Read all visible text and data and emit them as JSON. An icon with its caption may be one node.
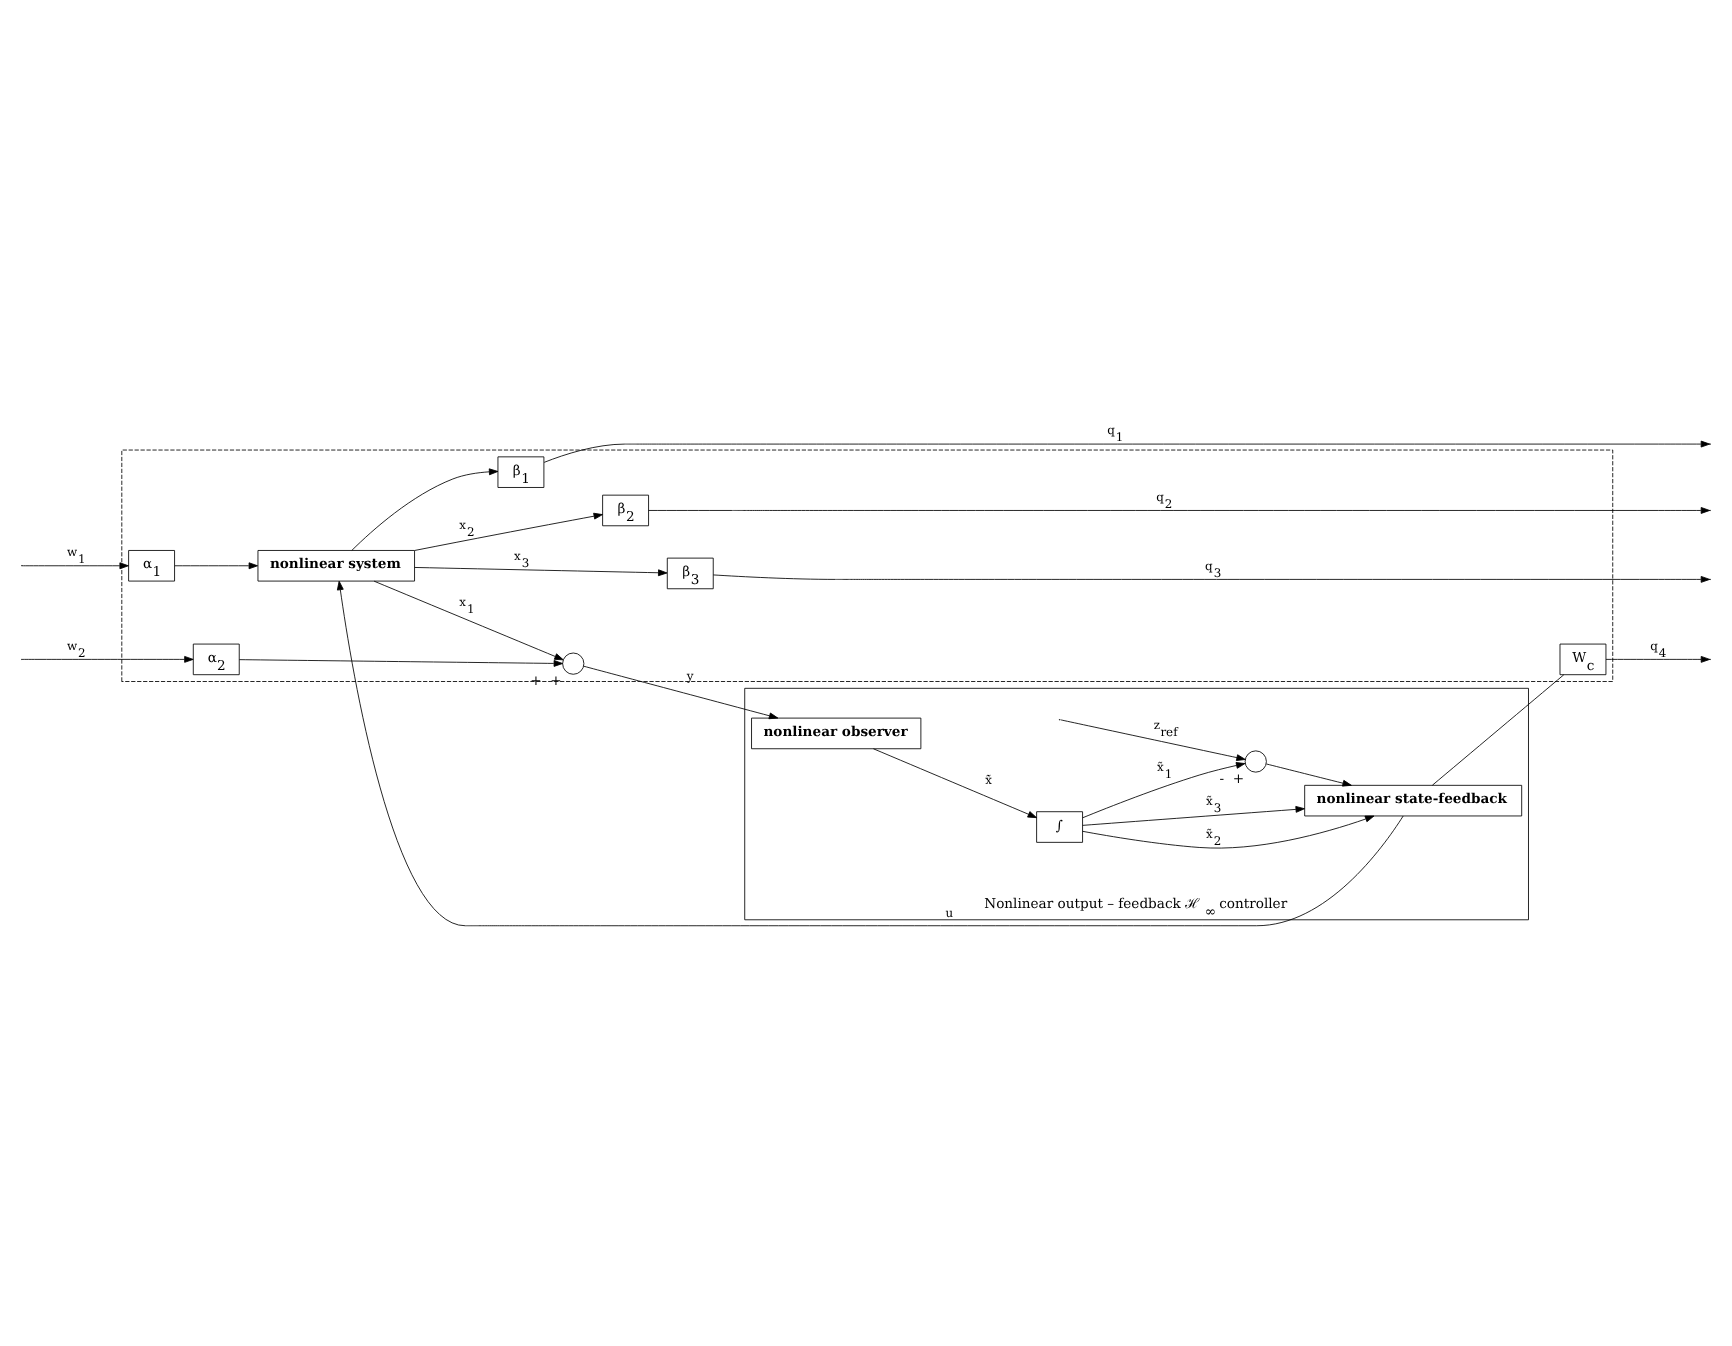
{
  "diagram": {
    "nodes": [
      {
        "text": [],
        "shape": "box"
      },
      {
        "text": [
          "W$_{c}$"
        ],
        "in": 0
      },
      {
        "text": [
          "α$_{1}$"
        ],
        "in": 0
      },
      {
        "text": [
          "α$_{2}$"
        ],
        "in": 0
      },
      {
        "text": [
          "β$_{1}$"
        ],
        "in": 0
      },
      {
        "text": [
          "β$_{2}$"
        ],
        "in": 0
      },
      {
        "text": [
          "β$_{3}$"
        ],
        "in": 0
      },
      {
        "text": [
          "nonlinear system"
        ],
        "in": 0
      },
      {
        "text": [],
        "shape": "circle",
        "in": 0,
        "beside": [
          "+",
          "+"
        ]
      },
      {
        "text": [
          "Nonlinear output – feedback ℋ$_{∞}$ controller"
        ]
      },
      {
        "text": [
          "nonlinear state-feedback"
        ],
        "in": 9
      },
      {
        "text": [
          "∫"
        ],
        "in": 9
      },
      {
        "text": [
          "nonlinear observer"
        ],
        "in": 9
      },
      {
        "text": [],
        "shape": "circle",
        "in": 9,
        "beside": [
          "-",
          "+"
        ]
      }
    ],
    "edges": [
      {
        "from": null,
        "to": 2,
        "arrow": "to",
        "label": "w$_{1}$"
      },
      {
        "from": null,
        "to": 3,
        "arrow": "to",
        "label": "w$_{2}$"
      },
      {
        "from": 10,
        "to": 7,
        "arrow": "to",
        "label": "u"
      },
      {
        "from": 10,
        "to": 1,
        "arrow": "none"
      },
      {
        "from": 2,
        "to": 7,
        "arrow": "to"
      },
      {
        "from": 3,
        "to": 8,
        "arrow": "to"
      },
      {
        "from": 7,
        "to": 4,
        "arrow": "to"
      },
      {
        "from": 7,
        "to": 8,
        "arrow": "to",
        "label": "x$_{1}$"
      },
      {
        "from": 7,
        "to": 5,
        "arrow": "to",
        "label": "x$_{2}$"
      },
      {
        "from": 7,
        "to": 6,
        "arrow": "to",
        "label": "x$_{3}$"
      },
      {
        "from": 1,
        "to": null,
        "arrow": "to",
        "label": "q$_{4}$"
      },
      {
        "from": 4,
        "to": null,
        "arrow": "to",
        "label": "q$_{1}$"
      },
      {
        "from": 5,
        "to": null,
        "arrow": "to",
        "label": "q$_{2}$"
      },
      {
        "from": 6,
        "to": null,
        "arrow": "to",
        "label": "q$_{3}$"
      },
      {
        "from": 8,
        "to": 12,
        "arrow": "to",
        "label": "y"
      },
      {
        "from": 12,
        "to": 11,
        "arrow": "to",
        "label": "x̃̇"
      },
      {
        "from": 11,
        "to": 10,
        "arrow": "to",
        "label": "x̃$_{3}$"
      },
      {
        "from": 11,
        "to": 10,
        "arrow": "to",
        "label": "x̃$_{2}$"
      },
      {
        "from": 11,
        "to": 13,
        "arrow": "to",
        "label": "x̃$_{1}$"
      },
      {
        "from": 13,
        "to": 10,
        "arrow": "to"
      },
      {
        "from": null,
        "to": 13,
        "arrow": "to",
        "label": "z$_{ref}$"
      }
    ]
  }
}
